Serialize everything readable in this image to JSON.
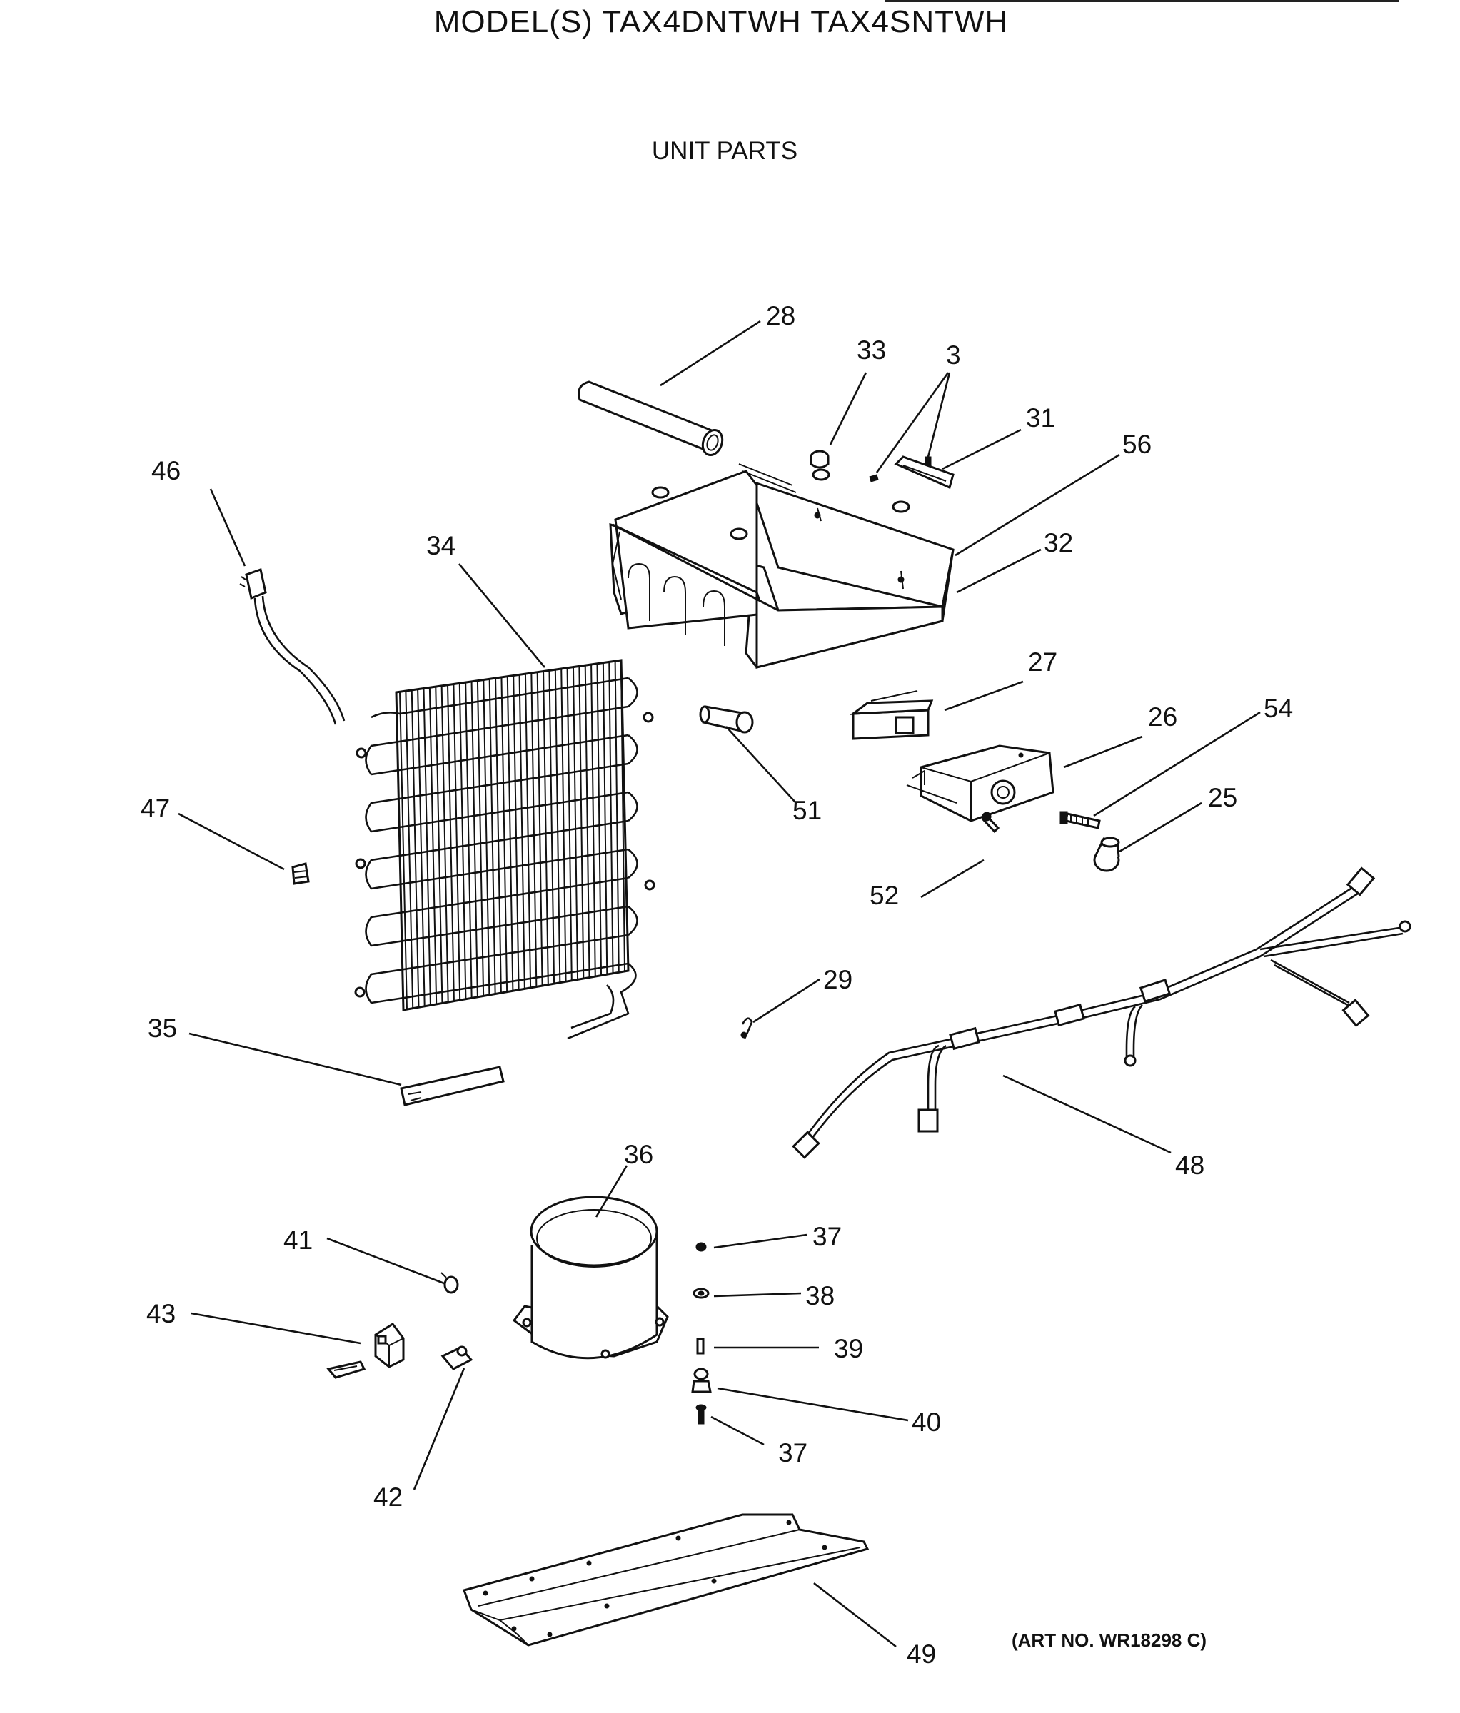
{
  "title": "MODEL(S) TAX4DNTWH  TAX4SNTWH",
  "subtitle": "UNIT PARTS",
  "art_no": "(ART NO. WR18298 C)",
  "callouts": [
    {
      "id": "28",
      "label": "28"
    },
    {
      "id": "33",
      "label": "33"
    },
    {
      "id": "3",
      "label": "3"
    },
    {
      "id": "31",
      "label": "31"
    },
    {
      "id": "56",
      "label": "56"
    },
    {
      "id": "46",
      "label": "46"
    },
    {
      "id": "34",
      "label": "34"
    },
    {
      "id": "32",
      "label": "32"
    },
    {
      "id": "27",
      "label": "27"
    },
    {
      "id": "26",
      "label": "26"
    },
    {
      "id": "54",
      "label": "54"
    },
    {
      "id": "47",
      "label": "47"
    },
    {
      "id": "51",
      "label": "51"
    },
    {
      "id": "25",
      "label": "25"
    },
    {
      "id": "52",
      "label": "52"
    },
    {
      "id": "29",
      "label": "29"
    },
    {
      "id": "35",
      "label": "35"
    },
    {
      "id": "48",
      "label": "48"
    },
    {
      "id": "36",
      "label": "36"
    },
    {
      "id": "41",
      "label": "41"
    },
    {
      "id": "37a",
      "label": "37"
    },
    {
      "id": "38",
      "label": "38"
    },
    {
      "id": "43",
      "label": "43"
    },
    {
      "id": "39",
      "label": "39"
    },
    {
      "id": "40",
      "label": "40"
    },
    {
      "id": "37b",
      "label": "37"
    },
    {
      "id": "42",
      "label": "42"
    },
    {
      "id": "49",
      "label": "49"
    }
  ]
}
